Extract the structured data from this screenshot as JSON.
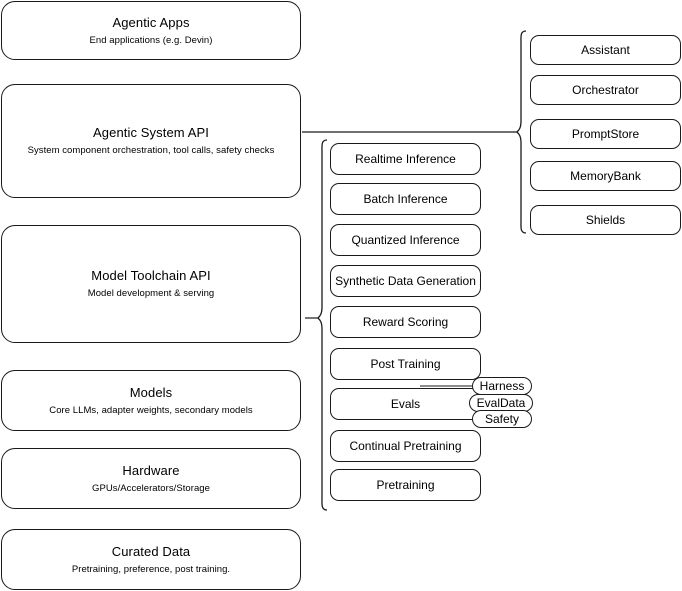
{
  "diagram": {
    "title": "Agentic stack layers",
    "stroke_color": "#1a1a1a",
    "background_color": "#ffffff"
  },
  "layers": [
    {
      "name": "agentic-apps",
      "title": "Agentic Apps",
      "subtitle": "End applications (e.g. Devin)"
    },
    {
      "name": "agentic-system-api",
      "title": "Agentic System API",
      "subtitle": "System component orchestration, tool calls, safety checks"
    },
    {
      "name": "model-toolchain-api",
      "title": "Model Toolchain API",
      "subtitle": "Model development & serving"
    },
    {
      "name": "models",
      "title": "Models",
      "subtitle": "Core LLMs, adapter weights, secondary models"
    },
    {
      "name": "hardware",
      "title": "Hardware",
      "subtitle": "GPUs/Accelerators/Storage"
    },
    {
      "name": "curated-data",
      "title": "Curated Data",
      "subtitle": "Pretraining, preference, post training."
    }
  ],
  "toolchain_items": [
    {
      "label": "Realtime Inference"
    },
    {
      "label": "Batch Inference"
    },
    {
      "label": "Quantized Inference"
    },
    {
      "label": "Synthetic Data Generation"
    },
    {
      "label": "Reward Scoring"
    },
    {
      "label": "Post Training"
    },
    {
      "label": "Evals"
    },
    {
      "label": "Continual Pretraining"
    },
    {
      "label": "Pretraining"
    }
  ],
  "eval_tags": [
    {
      "label": "Harness"
    },
    {
      "label": "EvalData"
    },
    {
      "label": "Safety"
    }
  ],
  "system_components": [
    {
      "label": "Assistant"
    },
    {
      "label": "Orchestrator"
    },
    {
      "label": "PromptStore"
    },
    {
      "label": "MemoryBank"
    },
    {
      "label": "Shields"
    }
  ]
}
